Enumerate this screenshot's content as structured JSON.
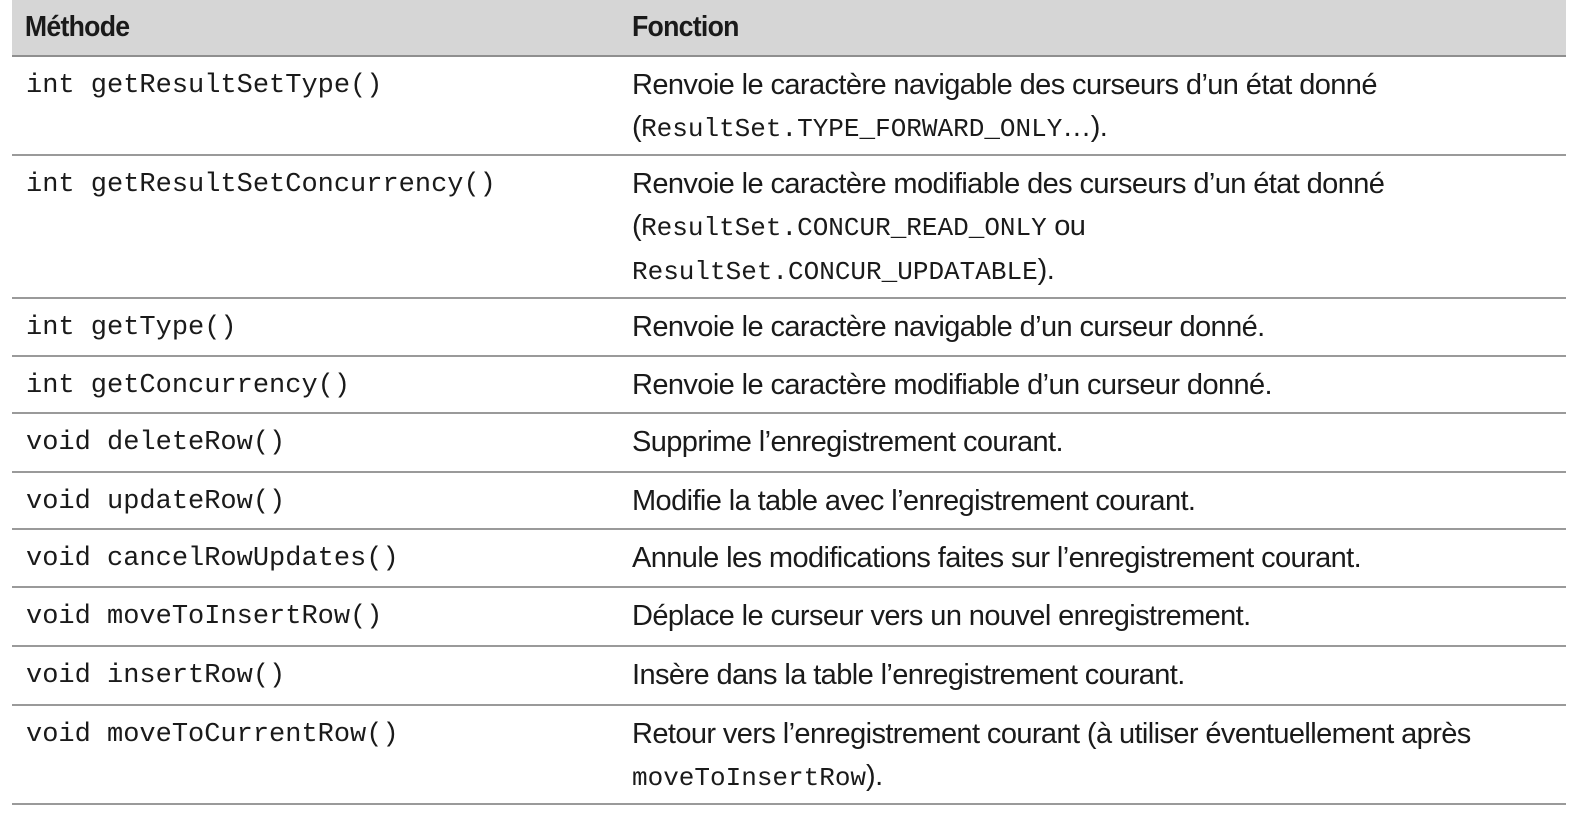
{
  "table": {
    "headers": {
      "method": "Méthode",
      "function": "Fonction"
    },
    "colors": {
      "header_bg": "#d6d6d6",
      "divider": "#9a9a9a",
      "text": "#1a1a1a"
    },
    "rows": [
      {
        "method": "int getResultSetType()",
        "desc_parts": [
          "Renvoie le caractère navigable des curseurs d’un état donné (",
          "ResultSet.TYPE_FORWARD_ONLY",
          "…)."
        ]
      },
      {
        "method": "int getResultSetConcurrency()",
        "desc_parts": [
          "Renvoie le caractère modifiable des curseurs d’un état donné (",
          "ResultSet.CONCUR_READ_ONLY",
          " ou ",
          "ResultSet.CONCUR_UPDATABLE",
          ")."
        ]
      },
      {
        "method": "int getType()",
        "desc": "Renvoie le caractère navigable d’un curseur donné."
      },
      {
        "method": "int getConcurrency()",
        "desc": "Renvoie le caractère modifiable d’un curseur donné."
      },
      {
        "method": "void deleteRow()",
        "desc": "Supprime l’enregistrement courant."
      },
      {
        "method": "void updateRow()",
        "desc": "Modifie la table avec l’enregistrement courant."
      },
      {
        "method": "void cancelRowUpdates()",
        "desc": "Annule les modifications faites sur l’enregistrement courant."
      },
      {
        "method": "void moveToInsertRow()",
        "desc": "Déplace le curseur vers un nouvel enregistrement."
      },
      {
        "method": "void insertRow()",
        "desc": "Insère dans la table l’enregistrement courant."
      },
      {
        "method": "void moveToCurrentRow()",
        "desc_parts": [
          "Retour vers l’enregistrement courant (à utiliser éventuellement après ",
          "moveToInsertRow",
          ")."
        ]
      }
    ]
  }
}
